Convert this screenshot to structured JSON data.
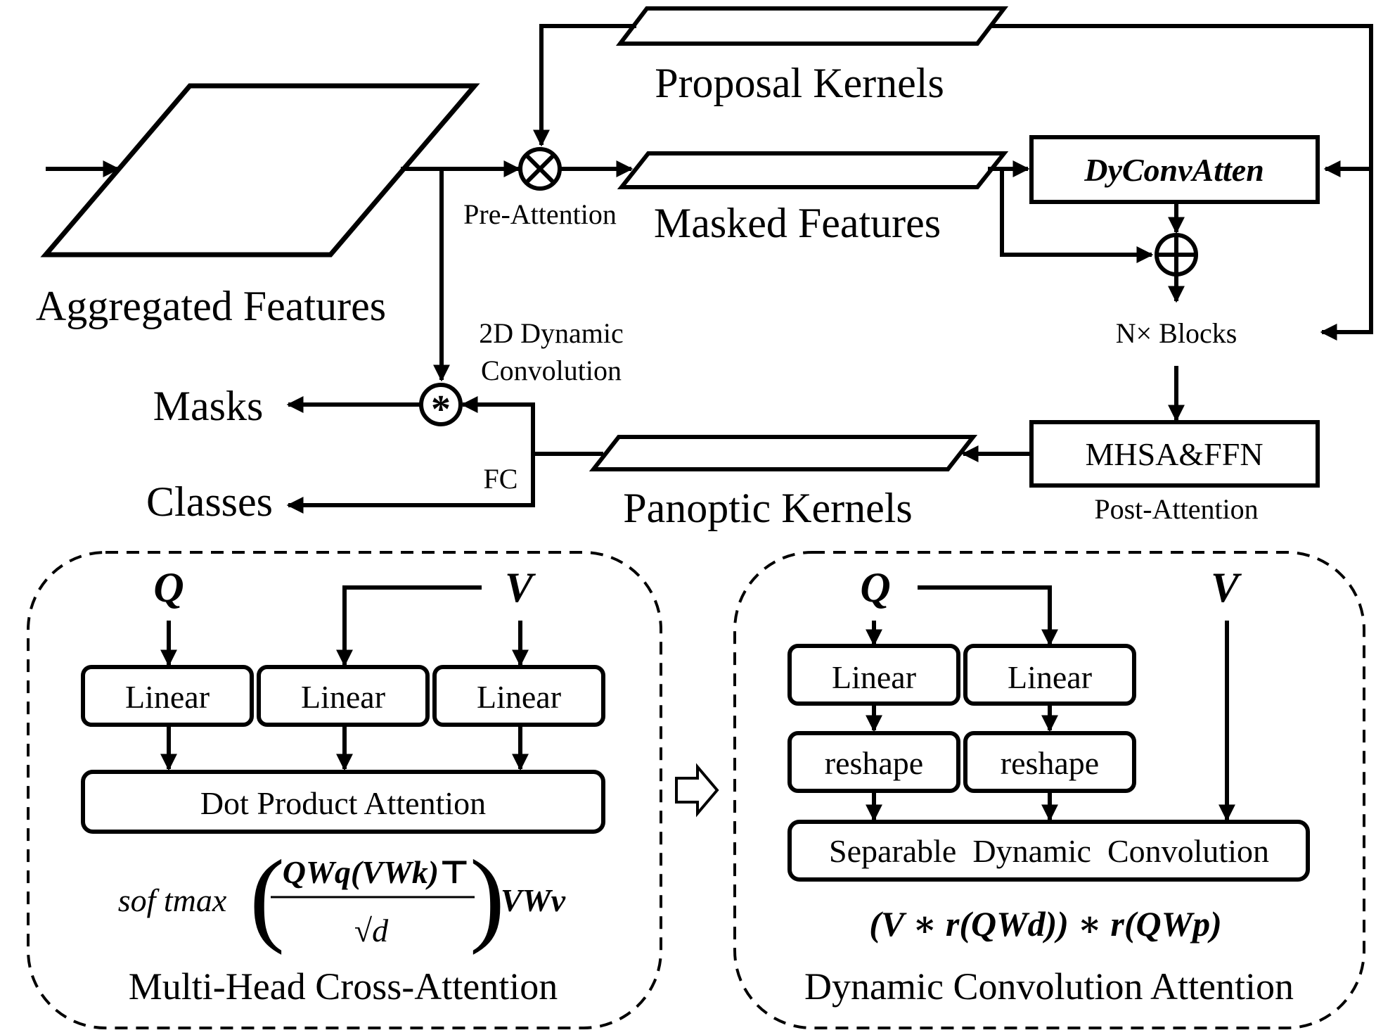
{
  "colors": {
    "aggregated": "#f8cbad",
    "proposal": "#c5e0b4",
    "masked": "#bdd7ee",
    "panoptic": "#fff2cc",
    "gray_box": "#e7e6e6",
    "attention_box": "#dae3f3",
    "reshape_box": "#fff2cc"
  },
  "top": {
    "aggregated_features": "Aggregated Features",
    "proposal_kernels": "Proposal Kernels",
    "masked_features": "Masked Features",
    "panoptic_kernels": "Panoptic Kernels",
    "pre_attention": "Pre-Attention",
    "dyconvatten": "DyConvAtten",
    "n_blocks": "N× Blocks",
    "mhsa_ffn": "MHSA&FFN",
    "post_attention": "Post-Attention",
    "dyn_conv_line1": "2D Dynamic",
    "dyn_conv_line2": "Convolution",
    "masks": "Masks",
    "classes": "Classes",
    "fc": "FC",
    "multiply_symbol": "⊗",
    "add_symbol": "⊕",
    "conv_symbol": "*"
  },
  "left_panel": {
    "q": "Q",
    "v": "V",
    "linear_1": "Linear",
    "linear_2": "Linear",
    "linear_3": "Linear",
    "dot_product_attention": "Dot Product Attention",
    "formula_prefix": "sof tmax",
    "formula_numerator": "QWq(VWk)⊤",
    "formula_denominator": "√d",
    "formula_suffix": "VWv",
    "title": "Multi-Head Cross-Attention"
  },
  "right_panel": {
    "q": "Q",
    "v": "V",
    "linear_1": "Linear",
    "linear_2": "Linear",
    "reshape_1": "reshape",
    "reshape_2": "reshape",
    "separable_dynamic_convolution": "Separable  Dynamic  Convolution",
    "formula": "(V ∗ r(QWd)) ∗ r(QWp)",
    "title": "Dynamic Convolution Attention"
  },
  "arrow_between_panels": "⇨"
}
